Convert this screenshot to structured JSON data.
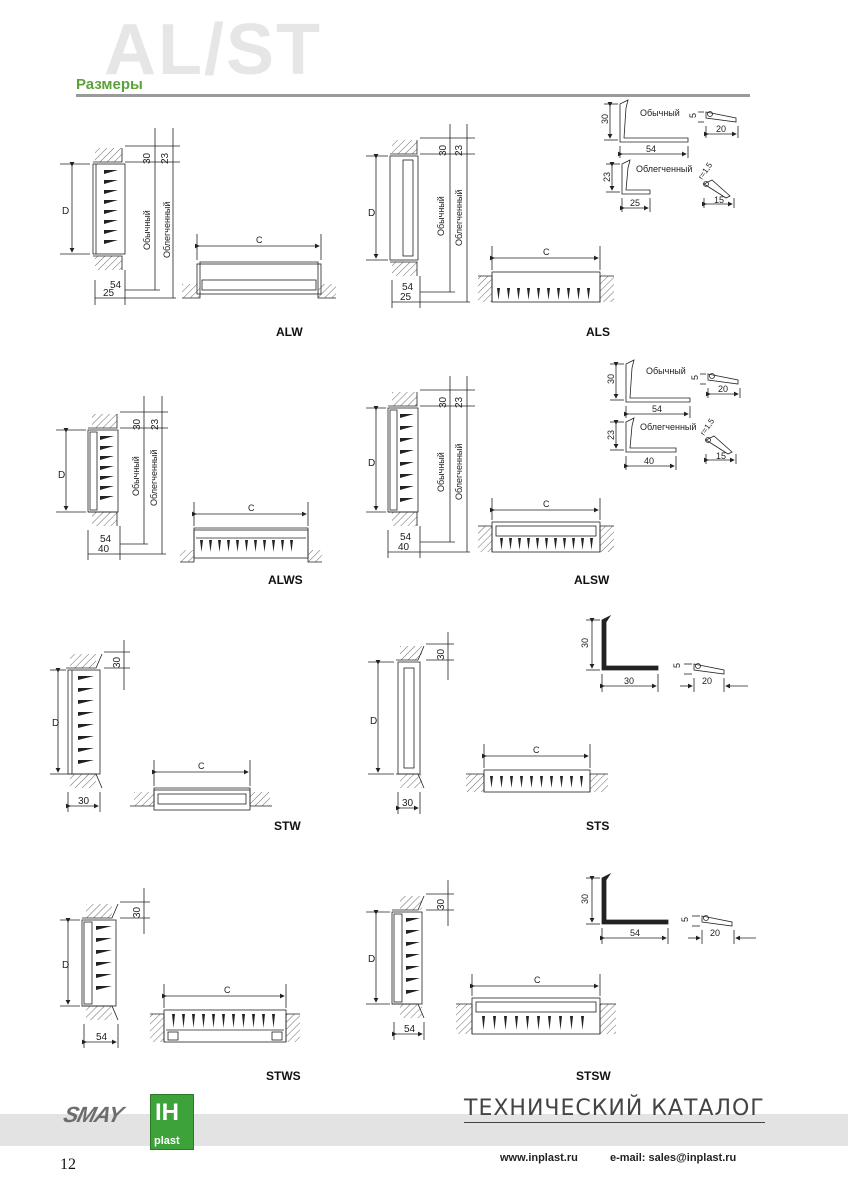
{
  "header": {
    "series_title": "AL/ST",
    "section_title": "Размеры"
  },
  "labels": {
    "D": "D",
    "C": "C",
    "dim_30": "30",
    "dim_23": "23",
    "dim_54": "54",
    "dim_25": "25",
    "dim_40": "40",
    "dim_20": "20",
    "dim_15": "15",
    "dim_5": "5",
    "r15": "r=1,5",
    "regular": "Обычный",
    "light": "Облегченный"
  },
  "models": {
    "alw": "ALW",
    "als": "ALS",
    "alws": "ALWS",
    "alsw": "ALSW",
    "stw": "STW",
    "sts": "STS",
    "stws": "STWS",
    "stsw": "STSW"
  },
  "footer": {
    "catalog_title": "ТЕХНИЧЕСКИЙ КАТАЛОГ",
    "website": "www.inplast.ru",
    "email": "e-mail: sales@inplast.ru",
    "page_number": "12",
    "logo_smay": "SMAY",
    "logo_plast_word": "plast",
    "logo_plast_mark": "IH"
  }
}
